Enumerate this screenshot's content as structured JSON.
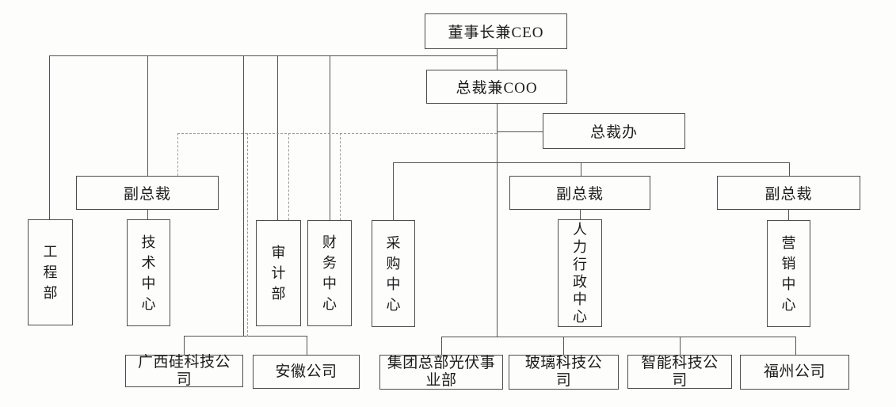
{
  "diagram": {
    "type": "org-chart",
    "nodes": {
      "ceo": {
        "label": "董事长兼CEO"
      },
      "coo": {
        "label": "总裁兼COO"
      },
      "president_office": {
        "label": "总裁办"
      },
      "vp_left": {
        "label": "副总裁"
      },
      "vp_mid": {
        "label": "副总裁"
      },
      "vp_right": {
        "label": "副总裁"
      },
      "engineering_dept": {
        "label": "工程部"
      },
      "tech_center": {
        "label": "技术中心"
      },
      "audit_dept": {
        "label": "审计部"
      },
      "finance_center": {
        "label": "财务中心"
      },
      "procurement_center": {
        "label": "采购中心"
      },
      "hr_admin_center": {
        "label": "人力行政中心"
      },
      "marketing_center": {
        "label": "营销中心"
      },
      "guangxi_silicon": {
        "label": "广西硅科技公\n司"
      },
      "anhui": {
        "label": "安徽公司"
      },
      "group_pv": {
        "label": "集团总部光伏事\n业部"
      },
      "glass_tech": {
        "label": "玻璃科技公\n司"
      },
      "smart_tech": {
        "label": "智能科技公\n司"
      },
      "fuzhou": {
        "label": "福州公司"
      }
    },
    "edges": {
      "solid": [
        "ceo->coo",
        "ceo->vp_left",
        "ceo->engineering_dept",
        "ceo->audit_dept",
        "ceo->finance_center",
        "ceo->bottom_left_companies",
        "coo->president_office",
        "coo->procurement_center",
        "coo->vp_mid",
        "coo->vp_right",
        "coo->bottom_right_companies",
        "vp_left->tech_center",
        "vp_mid->hr_admin_center",
        "vp_right->marketing_center",
        "bottom_left_companies->guangxi_silicon",
        "bottom_left_companies->anhui",
        "bottom_right_companies->group_pv",
        "bottom_right_companies->glass_tech",
        "bottom_right_companies->smart_tech",
        "bottom_right_companies->fuzhou"
      ],
      "dashed": [
        "president_office-->vp_left",
        "president_office-->audit_dept",
        "president_office-->finance_center",
        "president_office-->bottom_left_companies"
      ]
    },
    "colors": {
      "line_solid": "#555555",
      "line_dashed": "#9a9a9a",
      "box_border": "#4d4d4d",
      "background": "#fdfdfc",
      "text": "#1c1c1c"
    }
  }
}
